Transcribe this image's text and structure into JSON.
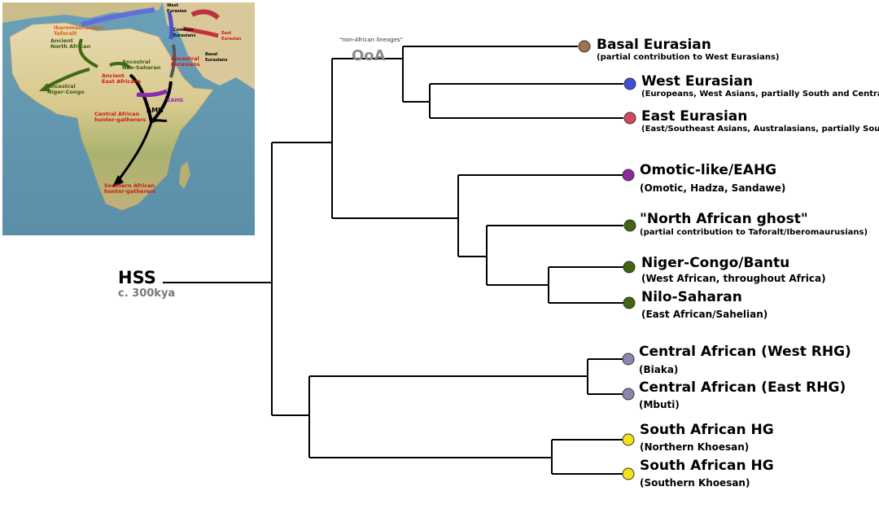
{
  "root": {
    "label": "HSS",
    "sublabel": "c. 300kya"
  },
  "ooa": {
    "note": "\"non-African lineages\"",
    "label": "OoA"
  },
  "leaves": [
    {
      "name": "Basal Eurasian",
      "sub": "(partial contribution to West Eurasians)",
      "color": "#a0724f"
    },
    {
      "name": "West Eurasian",
      "sub": "(Europeans, West Asians, partially South and Central Asians)",
      "color": "#3f4fd8"
    },
    {
      "name": "East Eurasian",
      "sub": "(East/Southeast Asians, Australasians, partially South and Central Asians)",
      "color": "#d04a5a"
    },
    {
      "name": "Omotic-like/EAHG",
      "sub": "(Omotic, Hadza, Sandawe)",
      "color": "#8b2a9a"
    },
    {
      "name": "\"North African ghost\"",
      "sub": "(partial contribution to Taforalt/Iberomaurusians)",
      "color": "#3f6612"
    },
    {
      "name": "Niger-Congo/Bantu",
      "sub": "(West African, throughout Africa)",
      "color": "#3f6612"
    },
    {
      "name": "Nilo-Saharan",
      "sub": "(East African/Sahelian)",
      "color": "#3f6612"
    },
    {
      "name": "Central African (West RHG)",
      "sub": "(Biaka)",
      "color": "#8c86b0"
    },
    {
      "name": "Central African (East RHG)",
      "sub": "(Mbuti)",
      "color": "#8c86b0"
    },
    {
      "name": "South African HG",
      "sub": "(Northern Khoesan)",
      "color": "#f2e21a"
    },
    {
      "name": "South African HG",
      "sub": "(Southern Khoesan)",
      "color": "#f2e21a"
    }
  ],
  "map": {
    "labels": {
      "ancient_north_african": "Ancient\nNorth African",
      "taforalt": "Iberomaurusians\nTaforalt",
      "ancestral_niger_congo": "Ancestral\nNiger-Congo",
      "ancestral_nilo_saharan": "Ancestral\nNilo-Saharan",
      "ancient_east_africans": "Ancient\nEast Africans",
      "eahg": "EAHG",
      "amh": "AMH",
      "ancestral_eurasians": "Ancestral\nEurasians",
      "common_eurasians": "Common\nEurasians",
      "basal_eurasians": "Basal\nEurasians",
      "west_eurasian": "West\nEurasian",
      "east_eurasian": "East\nEurasian",
      "central_african_hg": "Central African\nhunter-gatherers",
      "southern_african_hg": "Southern African\nhunter-gatherers"
    }
  }
}
